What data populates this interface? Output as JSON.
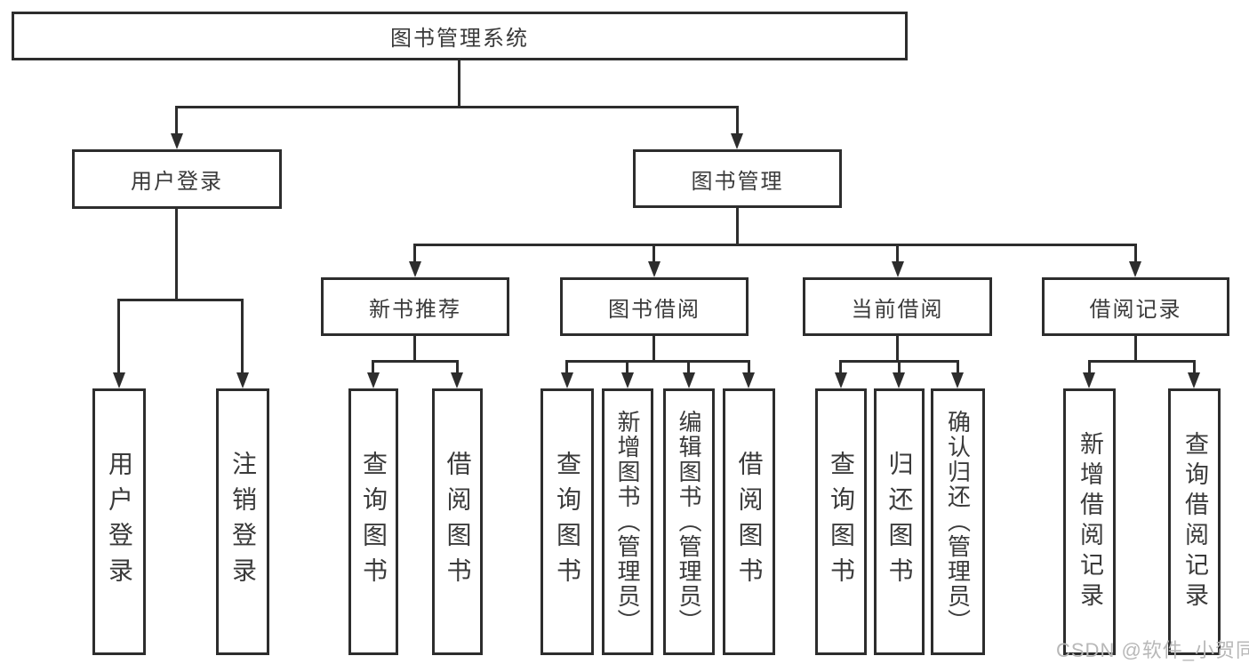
{
  "diagram_title": "图书管理系统",
  "nodes": {
    "root": {
      "label": "图书管理系统"
    },
    "level2": [
      {
        "label": "用户登录"
      },
      {
        "label": "图书管理"
      }
    ],
    "level3": [
      {
        "label": "新书推荐"
      },
      {
        "label": "图书借阅"
      },
      {
        "label": "当前借阅"
      },
      {
        "label": "借阅记录"
      }
    ],
    "leaves": [
      {
        "label": "用户登录",
        "parent": "用户登录"
      },
      {
        "label": "注销登录",
        "parent": "用户登录"
      },
      {
        "label": "查询图书",
        "parent": "新书推荐"
      },
      {
        "label": "借阅图书",
        "parent": "新书推荐"
      },
      {
        "label": "查询图书",
        "parent": "图书借阅"
      },
      {
        "label": "新增图书（管理员）",
        "parent": "图书借阅"
      },
      {
        "label": "编辑图书（管理员）",
        "parent": "图书借阅"
      },
      {
        "label": "借阅图书",
        "parent": "图书借阅"
      },
      {
        "label": "查询图书",
        "parent": "当前借阅"
      },
      {
        "label": "归还图书",
        "parent": "当前借阅"
      },
      {
        "label": "确认归还（管理员）",
        "parent": "当前借阅"
      },
      {
        "label": "新增借阅记录",
        "parent": "借阅记录"
      },
      {
        "label": "查询借阅记录",
        "parent": "借阅记录"
      }
    ]
  },
  "watermark": {
    "text": "CSDN @软件_小贺同学"
  },
  "colors": {
    "line": "#2d2d2d",
    "text": "#3a3a3a",
    "watermark": "#b8b8b8",
    "background": "#ffffff"
  }
}
